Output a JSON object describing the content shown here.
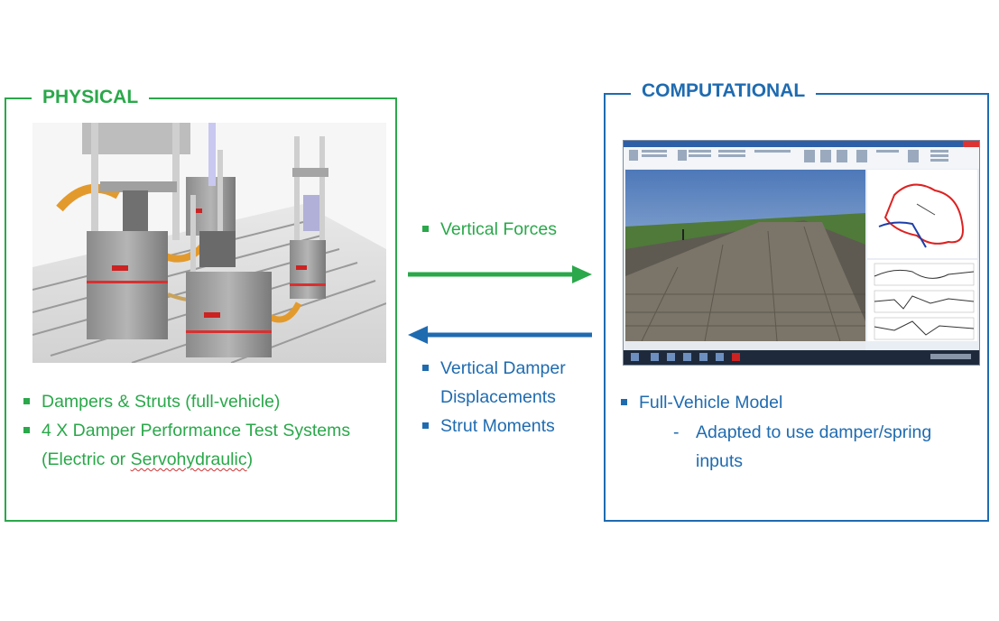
{
  "physical": {
    "title": "PHYSICAL",
    "bullets": [
      "Dampers & Struts (full-vehicle)",
      "4 X Damper Performance Test Systems"
    ],
    "bullet2_line2_prefix": "(Electric or ",
    "bullet2_line2_underlined": "Servohydraulic",
    "bullet2_line2_suffix": ")"
  },
  "computational": {
    "title": "COMPUTATIONAL",
    "bullets": [
      "Full-Vehicle Model"
    ],
    "sub_bullet_dash": "-",
    "sub_bullet_line1": "Adapted to use damper/spring",
    "sub_bullet_line2": "inputs"
  },
  "arrows": {
    "to_computational": {
      "color": "#2aa84a",
      "labels": [
        "Vertical Forces"
      ]
    },
    "to_physical": {
      "color": "#1f6bb0",
      "label1_line1": "Vertical Damper",
      "label1_line2": "Displacements",
      "label2": "Strut Moments"
    }
  },
  "colors": {
    "physical_accent": "#2aa84a",
    "computational_accent": "#1f6bb0"
  }
}
